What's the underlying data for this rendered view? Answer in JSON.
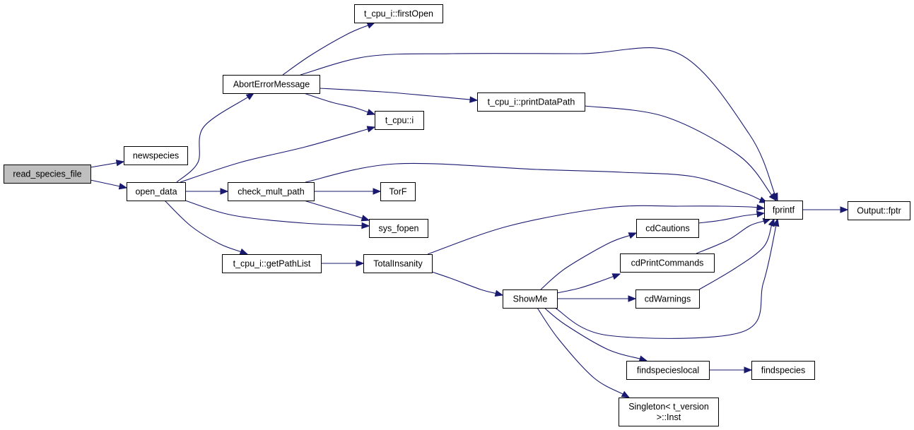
{
  "graph": {
    "nodes": [
      {
        "id": "read_species_file",
        "lines": [
          "read_species_file"
        ],
        "root": true
      },
      {
        "id": "newspecies",
        "lines": [
          "newspecies"
        ]
      },
      {
        "id": "open_data",
        "lines": [
          "open_data"
        ]
      },
      {
        "id": "AbortErrorMessage",
        "lines": [
          "AbortErrorMessage"
        ]
      },
      {
        "id": "firstOpen",
        "lines": [
          "t_cpu_i::firstOpen"
        ]
      },
      {
        "id": "printDataPath",
        "lines": [
          "t_cpu_i::printDataPath"
        ]
      },
      {
        "id": "cpu_i",
        "lines": [
          "t_cpu::i"
        ]
      },
      {
        "id": "check_mult_path",
        "lines": [
          "check_mult_path"
        ]
      },
      {
        "id": "TorF",
        "lines": [
          "TorF"
        ]
      },
      {
        "id": "sys_fopen",
        "lines": [
          "sys_fopen"
        ]
      },
      {
        "id": "getPathList",
        "lines": [
          "t_cpu_i::getPathList"
        ]
      },
      {
        "id": "TotalInsanity",
        "lines": [
          "TotalInsanity"
        ]
      },
      {
        "id": "ShowMe",
        "lines": [
          "ShowMe"
        ]
      },
      {
        "id": "cdCautions",
        "lines": [
          "cdCautions"
        ]
      },
      {
        "id": "cdPrintCommands",
        "lines": [
          "cdPrintCommands"
        ]
      },
      {
        "id": "cdWarnings",
        "lines": [
          "cdWarnings"
        ]
      },
      {
        "id": "fprintf",
        "lines": [
          "fprintf"
        ]
      },
      {
        "id": "fptr",
        "lines": [
          "Output::fptr"
        ]
      },
      {
        "id": "findspecieslocal",
        "lines": [
          "findspecieslocal"
        ]
      },
      {
        "id": "findspecies",
        "lines": [
          "findspecies"
        ]
      },
      {
        "id": "SingletonInst",
        "lines": [
          "Singleton< t_version",
          ">::Inst"
        ]
      }
    ],
    "edges": [
      {
        "from": "read_species_file",
        "to": "newspecies"
      },
      {
        "from": "read_species_file",
        "to": "open_data"
      },
      {
        "from": "open_data",
        "to": "AbortErrorMessage"
      },
      {
        "from": "open_data",
        "to": "cpu_i"
      },
      {
        "from": "open_data",
        "to": "check_mult_path"
      },
      {
        "from": "open_data",
        "to": "sys_fopen"
      },
      {
        "from": "open_data",
        "to": "getPathList"
      },
      {
        "from": "AbortErrorMessage",
        "to": "firstOpen"
      },
      {
        "from": "AbortErrorMessage",
        "to": "fprintf"
      },
      {
        "from": "AbortErrorMessage",
        "to": "printDataPath"
      },
      {
        "from": "AbortErrorMessage",
        "to": "cpu_i"
      },
      {
        "from": "printDataPath",
        "to": "fprintf"
      },
      {
        "from": "check_mult_path",
        "to": "fprintf"
      },
      {
        "from": "check_mult_path",
        "to": "TorF"
      },
      {
        "from": "check_mult_path",
        "to": "sys_fopen"
      },
      {
        "from": "getPathList",
        "to": "TotalInsanity"
      },
      {
        "from": "TotalInsanity",
        "to": "fprintf"
      },
      {
        "from": "TotalInsanity",
        "to": "ShowMe"
      },
      {
        "from": "ShowMe",
        "to": "cdCautions"
      },
      {
        "from": "ShowMe",
        "to": "cdPrintCommands"
      },
      {
        "from": "ShowMe",
        "to": "cdWarnings"
      },
      {
        "from": "ShowMe",
        "to": "fprintf"
      },
      {
        "from": "ShowMe",
        "to": "findspecieslocal"
      },
      {
        "from": "ShowMe",
        "to": "SingletonInst"
      },
      {
        "from": "cdCautions",
        "to": "fprintf"
      },
      {
        "from": "cdPrintCommands",
        "to": "fprintf"
      },
      {
        "from": "cdWarnings",
        "to": "fprintf"
      },
      {
        "from": "fprintf",
        "to": "fptr"
      },
      {
        "from": "findspecieslocal",
        "to": "findspecies"
      }
    ]
  }
}
